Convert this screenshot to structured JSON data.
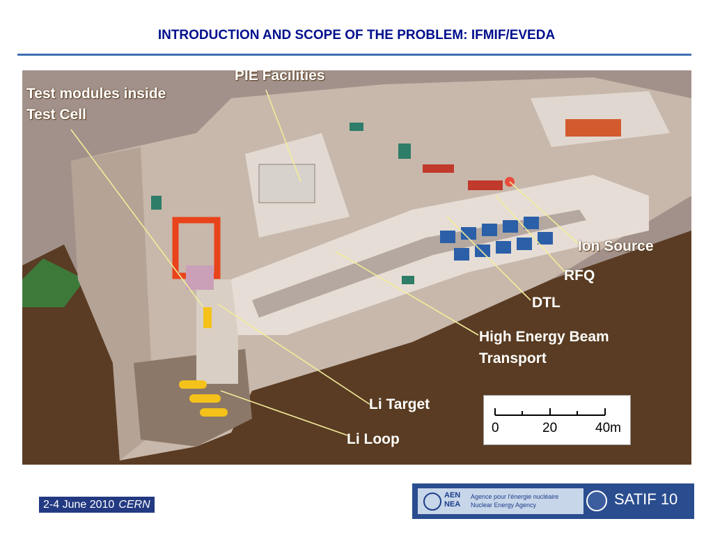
{
  "slide": {
    "title": "INTRODUCTION AND SCOPE OF THE PROBLEM: IFMIF/EVEDA"
  },
  "figure": {
    "labels": {
      "pie": "PIE Facilities",
      "test_modules_1": "Test modules inside",
      "test_modules_2": "Test Cell",
      "ion_source": "Ion Source",
      "rfq": "RFQ",
      "dtl": "DTL",
      "hebt_1": "High Energy Beam",
      "hebt_2": "Transport",
      "li_target": "Li Target",
      "li_loop": "Li Loop"
    },
    "scale_bar": {
      "ticks": [
        "0",
        "20",
        "40m"
      ]
    }
  },
  "footer": {
    "date": "2-4 June 2010",
    "venue": "CERN",
    "aen_abbrev_1": "AEN",
    "aen_abbrev_2": "NEA",
    "agency_fr": "Agence pour l'énergie nucléaire",
    "agency_en": "Nuclear Energy Agency",
    "conference": "SATIF 10"
  },
  "colors": {
    "title": "#000f8c",
    "rule": "#3f6fb3",
    "date_bg": "#233a82",
    "logo_bg": "#2a4d8f"
  }
}
